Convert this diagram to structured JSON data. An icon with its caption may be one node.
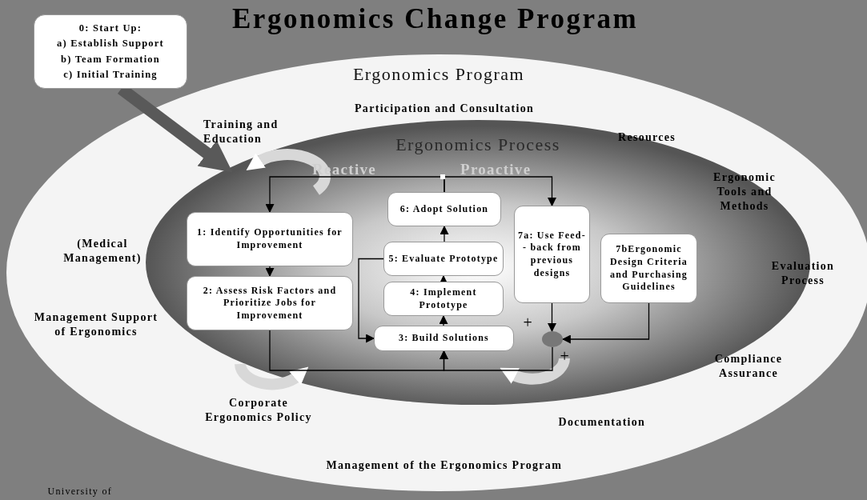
{
  "diagram": {
    "title": "Ergonomics Change Program",
    "nodes": [
      {
        "text": [
          "0: Start Up:",
          "a) Establish Support",
          "b) Team Formation",
          "c) Initial Training"
        ]
      },
      {
        "text": [
          "Ergonomics Program"
        ]
      },
      {
        "text": [
          "Ergonomics Process"
        ],
        "in": 1
      },
      {
        "text": [
          "1: Identify Opportunities for Improvement"
        ],
        "in": 2
      },
      {
        "text": [
          "2: Assess Risk Factors and Prioritize Jobs for Improvement"
        ],
        "in": 2
      },
      {
        "text": [
          "6: Adopt Solution"
        ],
        "in": 2
      },
      {
        "text": [
          "5: Evaluate Prototype"
        ],
        "in": 2
      },
      {
        "text": [
          "4: Implement Prototype"
        ],
        "in": 2
      },
      {
        "text": [
          "3: Build Solutions"
        ],
        "in": 2
      },
      {
        "text": [
          "7a: Use Feed-- back from previous designs"
        ],
        "in": 2
      },
      {
        "text": [
          "7bErgonomic Design Criteria and Purchasing Guidelines"
        ],
        "in": 2
      },
      {
        "text": [],
        "shape": "circle",
        "in": 2
      }
    ],
    "edges": [
      {
        "from": 0,
        "to": 2,
        "arrow": "to",
        "style": "thick",
        "color": "#595959"
      },
      {
        "from": 3,
        "to": 4,
        "arrow": "to"
      },
      {
        "from": 4,
        "to": 8,
        "arrow": "to"
      },
      {
        "from": 11,
        "to": 8,
        "arrow": "to"
      },
      {
        "from": 8,
        "to": 7,
        "arrow": "to"
      },
      {
        "from": 7,
        "to": 6,
        "arrow": "to"
      },
      {
        "from": 6,
        "to": 5,
        "arrow": "to"
      },
      {
        "from": 6,
        "to": 8,
        "arrow": "to"
      },
      {
        "from": 5,
        "to": 3,
        "arrow": "to"
      },
      {
        "from": 5,
        "to": 9,
        "arrow": "to"
      },
      {
        "from": 9,
        "to": 11,
        "arrow": "to"
      },
      {
        "from": 10,
        "to": 11,
        "arrow": "to"
      }
    ],
    "labels": [
      "Participation and Consultation",
      "Training and Education",
      "Resources",
      "Reactive",
      "Proactive",
      "(Medical Management)",
      "Ergonomic Tools and Methods",
      "Evaluation Process",
      "Management Support of Ergonomics",
      "+",
      "Compliance Assurance",
      "+",
      "Corporate Ergonomics Policy",
      "Documentation",
      "Management of the Ergonomics Program",
      "University of"
    ]
  }
}
